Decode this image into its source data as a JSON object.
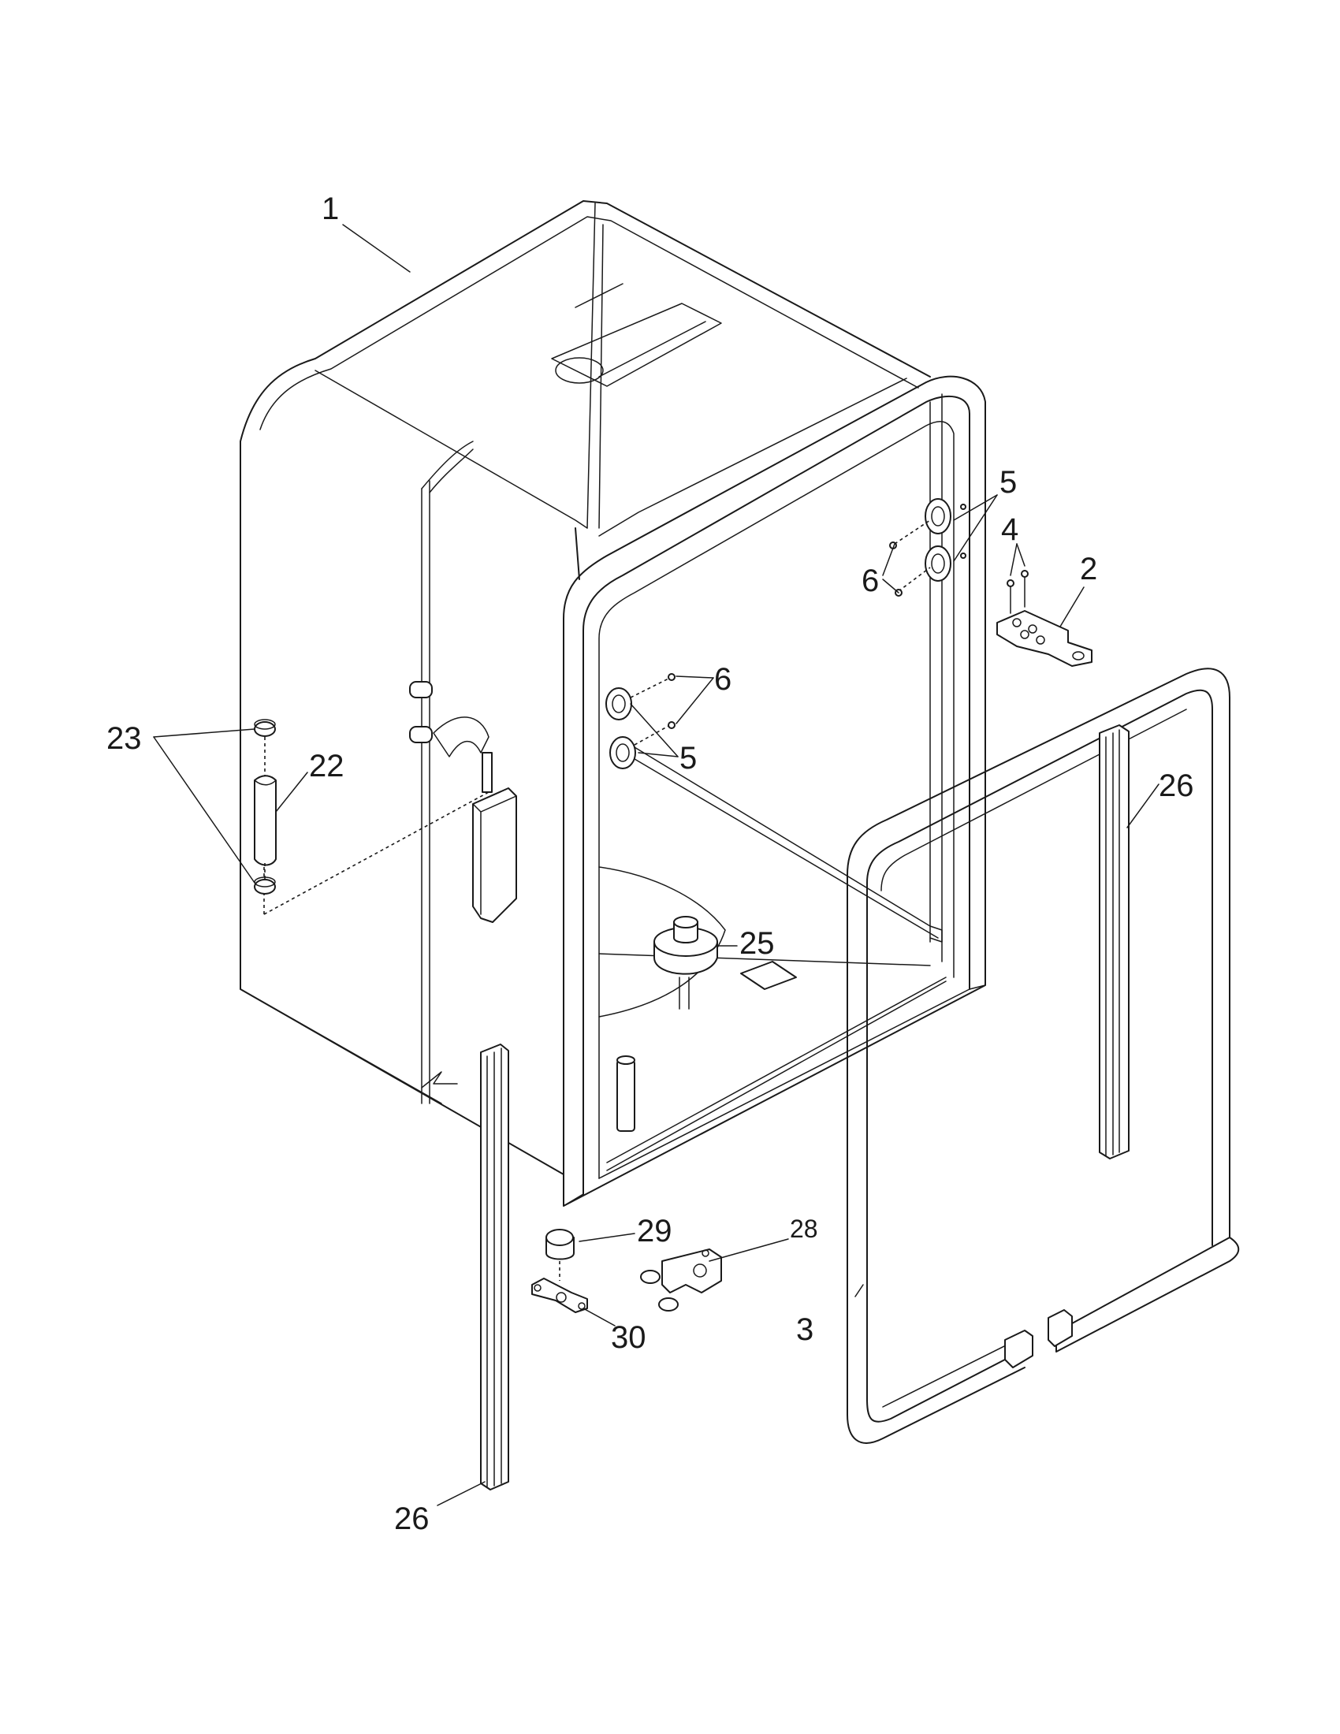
{
  "callouts": {
    "c1": "1",
    "c2": "2",
    "c3": "3",
    "c4": "4",
    "c5_top": "5",
    "c5_mid": "5",
    "c6_top": "6",
    "c6_mid": "6",
    "c22": "22",
    "c23": "23",
    "c25": "25",
    "c26_right": "26",
    "c26_bottom": "26",
    "c28": "28",
    "c29": "29",
    "c30": "30"
  }
}
